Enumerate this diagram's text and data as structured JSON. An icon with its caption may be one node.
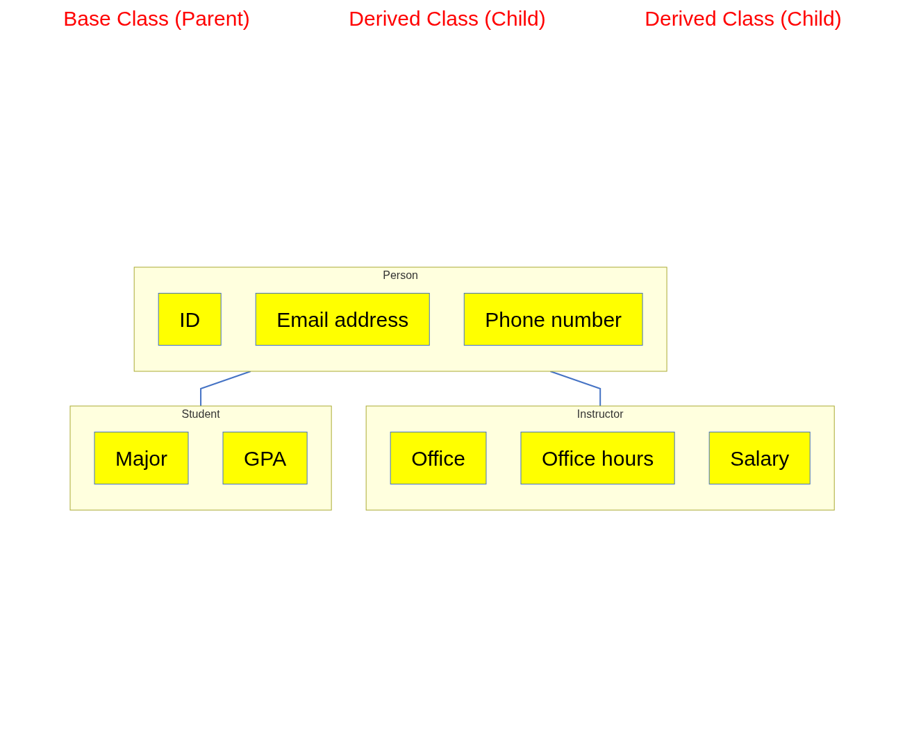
{
  "diagram": {
    "nodes": [
      {
        "text": [
          "Person"
        ]
      },
      {
        "text": [
          "ID"
        ],
        "in": 0
      },
      {
        "text": [
          "Email address"
        ],
        "in": 0
      },
      {
        "text": [
          "Phone number"
        ],
        "in": 0
      },
      {
        "text": [
          "Student"
        ]
      },
      {
        "text": [
          "Major"
        ],
        "in": 4
      },
      {
        "text": [
          "GPA"
        ],
        "in": 4
      },
      {
        "text": [
          "Instructor"
        ]
      },
      {
        "text": [
          "Office"
        ],
        "in": 7
      },
      {
        "text": [
          "Office hours"
        ],
        "in": 7
      },
      {
        "text": [
          "Salary"
        ],
        "in": 7
      }
    ],
    "edges": [
      {
        "from": 0,
        "to": 4,
        "arrow": "none"
      },
      {
        "from": 0,
        "to": 7,
        "arrow": "none"
      }
    ],
    "labels": [
      "Base Class (Parent)",
      "Derived Class (Child)",
      "Derived Class (Child)"
    ]
  }
}
